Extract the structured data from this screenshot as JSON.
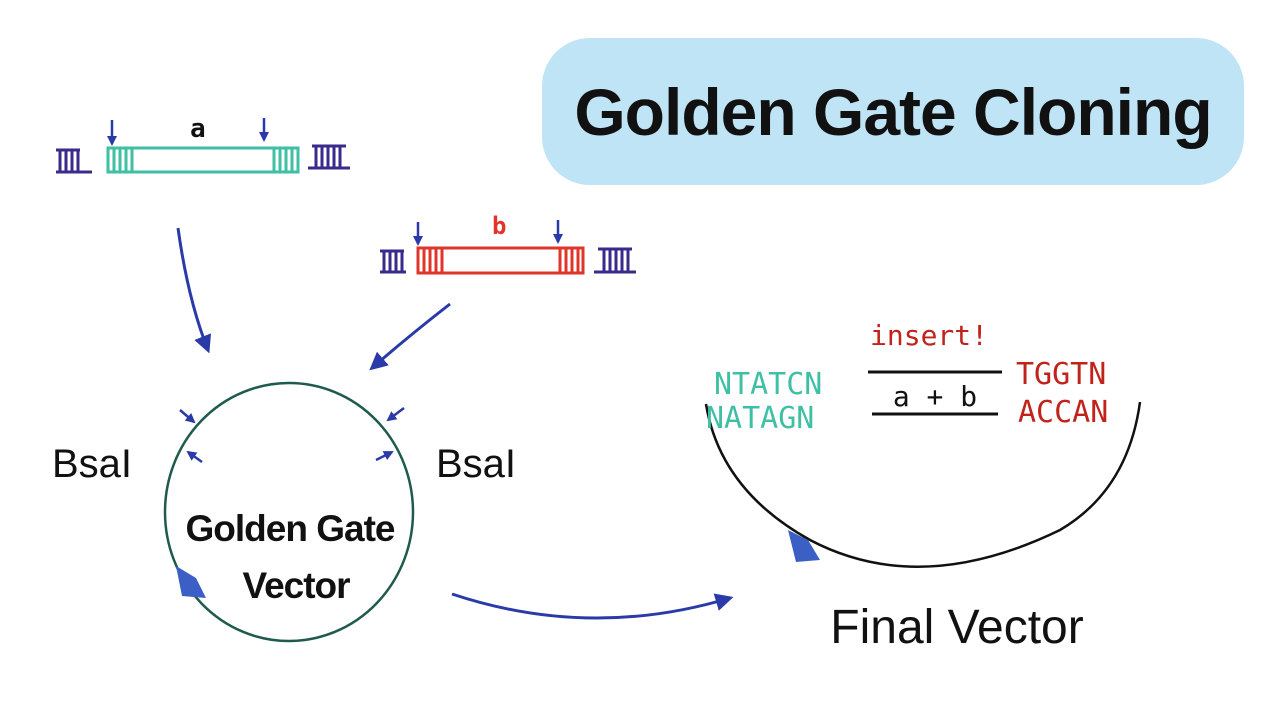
{
  "title": "Golden Gate Cloning",
  "fragment_a": {
    "label": "a"
  },
  "fragment_b": {
    "label": "b"
  },
  "enzyme_left": "BsaI",
  "enzyme_right": "BsaI",
  "golden_gate_vector": {
    "line1": "Golden Gate",
    "line2": "Vector"
  },
  "final_vector": {
    "label": "Final Vector",
    "insert_note": "insert!",
    "insert_label": "a + b",
    "left_top": "NTATCN",
    "left_bottom": "NATAGN",
    "right_top": "TGGTN",
    "right_bottom": "ACCAN"
  },
  "colors": {
    "title_bg": "#bfe4f6",
    "fragment_a": "#3fbfa4",
    "fragment_b": "#e0352b",
    "vector_arms": "#3a2a8c",
    "arrows": "#2a3aa8",
    "circle": "#1f5a4e"
  }
}
